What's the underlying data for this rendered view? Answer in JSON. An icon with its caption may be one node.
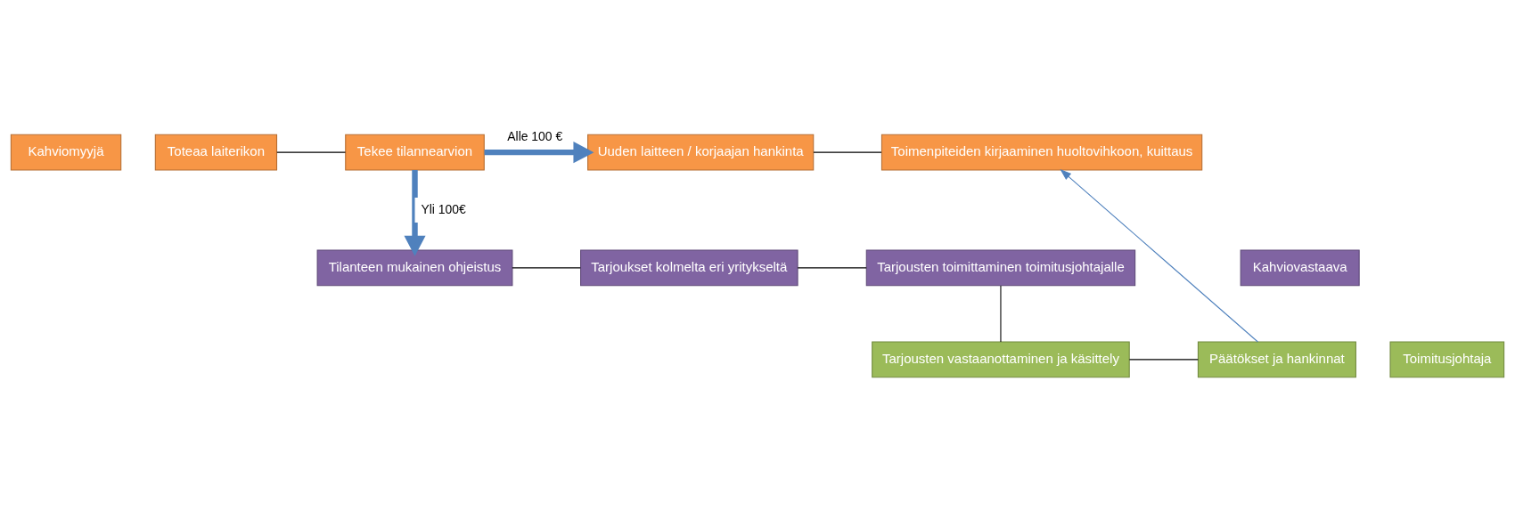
{
  "diagram": {
    "nodes": [
      {
        "text": [
          "Kahviomyyjä"
        ]
      },
      {
        "text": [
          "Toteaa laiterikon"
        ]
      },
      {
        "text": [
          "Tekee tilannearvion"
        ]
      },
      {
        "text": [
          "Uuden laitteen / korjaajan hankinta"
        ]
      },
      {
        "text": [
          "Toimenpiteiden kirjaaminen huoltovihkoon, kuittaus"
        ]
      },
      {
        "text": [
          "Kahviovastaava"
        ]
      },
      {
        "text": [
          "Tilanteen mukainen ohjeistus"
        ]
      },
      {
        "text": [
          "Tarjoukset kolmelta eri yritykseltä"
        ]
      },
      {
        "text": [
          "Tarjousten toimittaminen toimitusjohtajalle"
        ]
      },
      {
        "text": [
          "Toimitusjohtaja"
        ]
      },
      {
        "text": [
          "Tarjousten vastaanottaminen ja käsittely"
        ]
      },
      {
        "text": [
          "Päätökset ja hankinnat"
        ]
      }
    ],
    "edges": [
      {
        "from": 1,
        "to": 2,
        "arrow": "none"
      },
      {
        "from": 2,
        "to": 3,
        "arrow": "to",
        "label": "Alle 100 €",
        "style": "thick",
        "color": "#4f81bd"
      },
      {
        "from": 3,
        "to": 4,
        "arrow": "none"
      },
      {
        "from": 2,
        "to": 6,
        "arrow": "to",
        "label": "Yli 100€",
        "style": "thick",
        "color": "#4f81bd"
      },
      {
        "from": 6,
        "to": 7,
        "arrow": "none"
      },
      {
        "from": 7,
        "to": 8,
        "arrow": "none"
      },
      {
        "from": 8,
        "to": 10,
        "arrow": "none"
      },
      {
        "from": 10,
        "to": 11,
        "arrow": "none"
      },
      {
        "from": 11,
        "to": 4,
        "arrow": "to",
        "color": "#4f81bd"
      }
    ]
  }
}
